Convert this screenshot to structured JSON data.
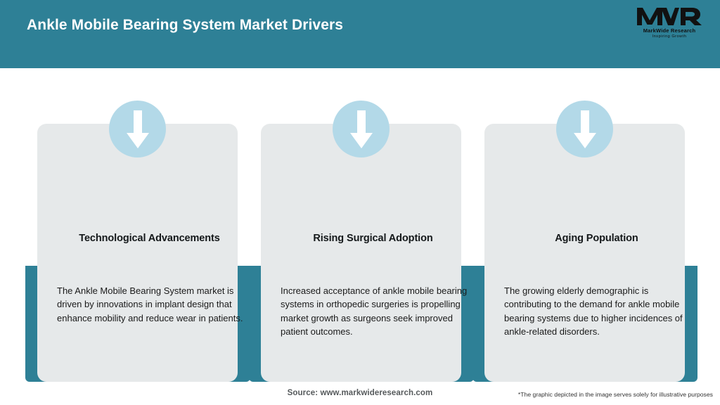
{
  "header": {
    "title": "Ankle Mobile Bearing System Market Drivers",
    "background_color": "#2E8096",
    "title_color": "#FFFFFF",
    "logo": {
      "mark": "MWR",
      "name": "MarkWide Research",
      "tagline": "Inspiring Growth"
    }
  },
  "theme": {
    "accent": "#2E8096",
    "card_bg": "#E6E9EA",
    "icon_circle": "#B3D9E8",
    "arrow": "#FFFFFF",
    "page_bg": "#FFFFFF"
  },
  "cards": [
    {
      "icon": "arrow-down-icon",
      "heading": "Technological Advancements",
      "body": "The Ankle Mobile Bearing System market is driven by innovations in implant design that enhance mobility and reduce wear in patients."
    },
    {
      "icon": "arrow-down-icon",
      "heading": "Rising Surgical Adoption",
      "body": "Increased acceptance of ankle mobile bearing systems in orthopedic surgeries is propelling market growth as surgeons seek improved patient outcomes."
    },
    {
      "icon": "arrow-down-icon",
      "heading": "Aging Population",
      "body": "The growing elderly demographic is contributing to the demand for ankle mobile bearing systems due to higher incidences of ankle-related disorders."
    }
  ],
  "footer": {
    "source": "Source: www.markwideresearch.com",
    "disclaimer": "*The graphic depicted in the image serves solely for illustrative purposes"
  }
}
